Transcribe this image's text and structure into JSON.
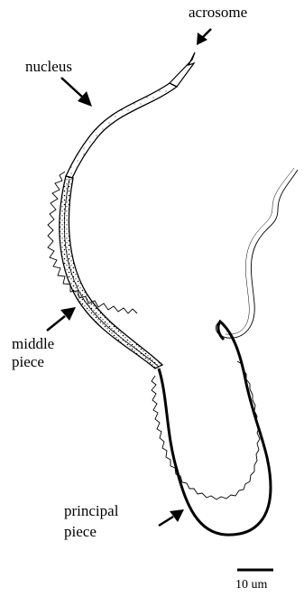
{
  "labels": {
    "acrosome": "acrosome",
    "nucleus": "nucleus",
    "middle_piece_line1": "middle",
    "middle_piece_line2": "piece",
    "principal_piece_line1": "principal",
    "principal_piece_line2": "piece"
  },
  "scale_bar": {
    "label": "10 um"
  },
  "colors": {
    "ink": "#000000",
    "background": "#ffffff"
  }
}
